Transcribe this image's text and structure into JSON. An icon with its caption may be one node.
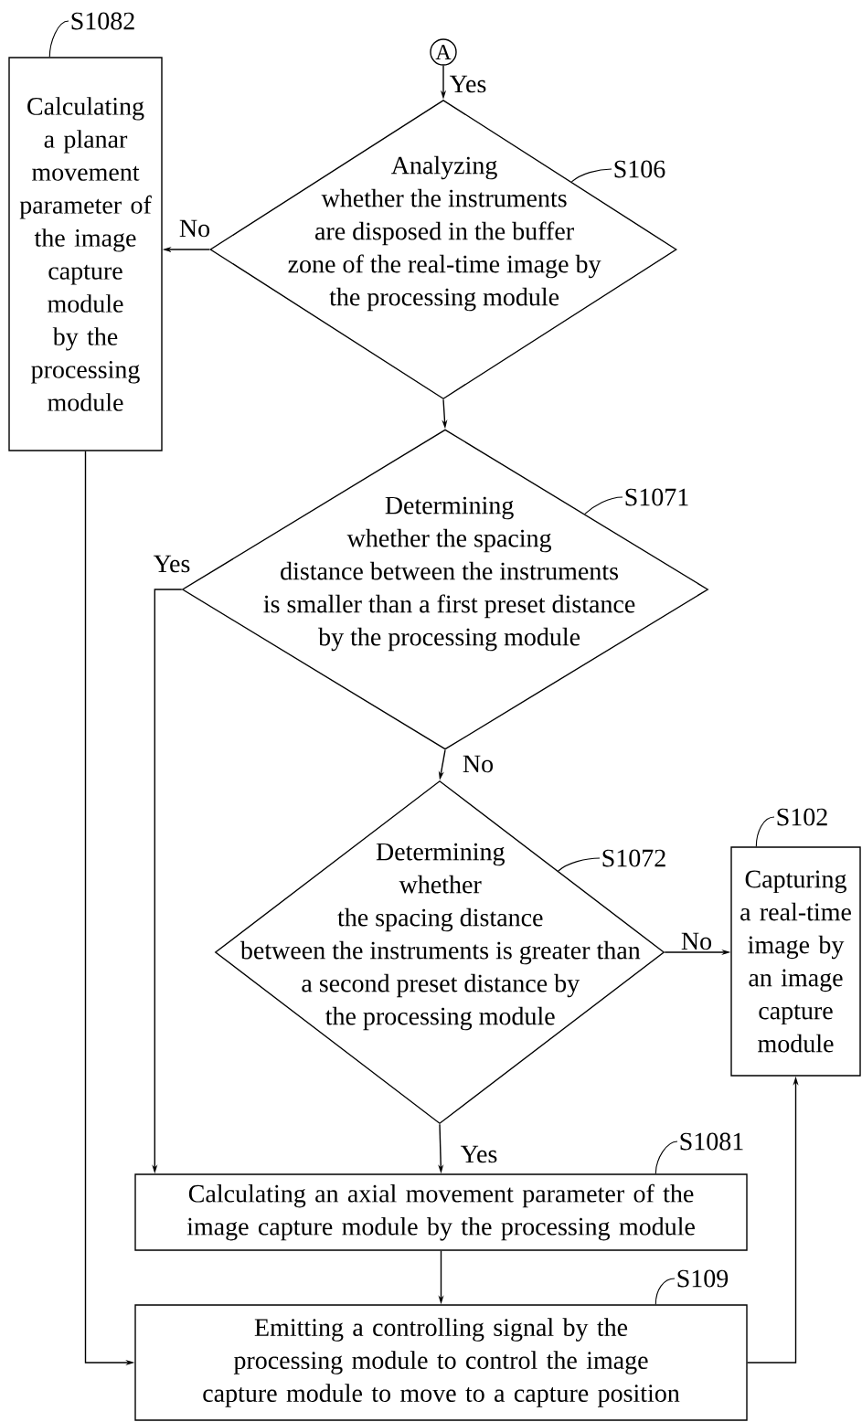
{
  "diagram": {
    "nodes": [
      {
        "text": [
          "A"
        ]
      },
      {
        "text": [
          "Calculating a planar movement parameter of the image capture module by the processing module"
        ]
      },
      {
        "text": [
          "Analyzing whether the instruments are disposed in the buffer zone of the real-time image by the processing module"
        ]
      },
      {
        "text": [
          "Determining whether the spacing distance between the instruments is smaller than a first preset distance by the processing module"
        ]
      },
      {
        "text": [
          "Determining whether the spacing distance between the instruments is greater than a second preset distance by the processing module"
        ]
      },
      {
        "text": [
          "Capturing a real-time image by an image capture module"
        ]
      },
      {
        "text": [
          "Calculating an axial movement parameter of the image capture module by the processing module"
        ]
      },
      {
        "text": [
          "Emitting a controlling signal by the processing module to control the image capture module to move to a capture position"
        ]
      },
      {
        "text": [
          "S1082"
        ]
      },
      {
        "text": [
          "S106"
        ]
      },
      {
        "text": [
          "S1071"
        ]
      },
      {
        "text": [
          "S1072"
        ]
      },
      {
        "text": [
          "S102"
        ]
      },
      {
        "text": [
          "S1081"
        ]
      },
      {
        "text": [
          "S109"
        ]
      }
    ],
    "edges": [
      {
        "from": 0,
        "to": 2,
        "arrow": "to",
        "label": "Yes"
      },
      {
        "from": 2,
        "to": 1,
        "arrow": "to",
        "label": "No"
      },
      {
        "from": 2,
        "to": 3,
        "arrow": "to"
      },
      {
        "from": 3,
        "to": 6,
        "arrow": "to",
        "label": "Yes"
      },
      {
        "from": 3,
        "to": 4,
        "arrow": "to",
        "label": "No"
      },
      {
        "from": 4,
        "to": 5,
        "arrow": "to",
        "label": "No"
      },
      {
        "from": 4,
        "to": 6,
        "arrow": "to",
        "label": "Yes"
      },
      {
        "from": 6,
        "to": 7,
        "arrow": "to"
      },
      {
        "from": 1,
        "to": 7,
        "arrow": "to"
      },
      {
        "from": 7,
        "to": 5,
        "arrow": "to"
      },
      {
        "from": 8,
        "to": 1,
        "arrow": "none"
      },
      {
        "from": 9,
        "to": 2,
        "arrow": "none"
      },
      {
        "from": 10,
        "to": 3,
        "arrow": "none"
      },
      {
        "from": 11,
        "to": 4,
        "arrow": "none"
      },
      {
        "from": 12,
        "to": 5,
        "arrow": "none"
      },
      {
        "from": 13,
        "to": 6,
        "arrow": "none"
      },
      {
        "from": 14,
        "to": 7,
        "arrow": "none"
      }
    ]
  }
}
